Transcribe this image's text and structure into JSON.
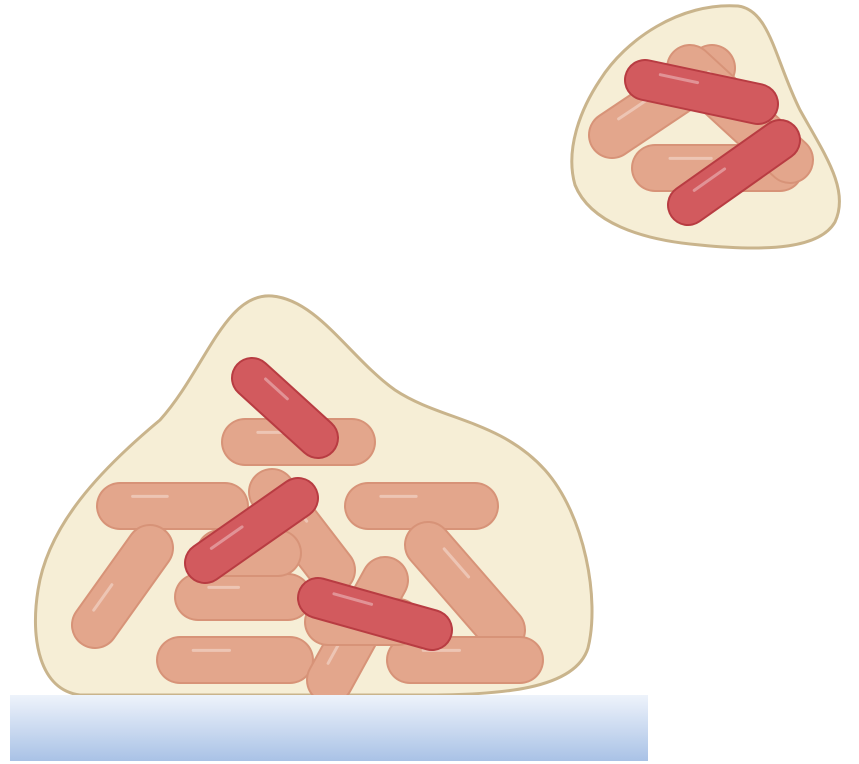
{
  "diagram": {
    "kind": "bacterial-biofilm-illustration",
    "colors": {
      "background": "#ffffff",
      "matrix_fill": "#f6eed6",
      "matrix_stroke": "#c9b48c",
      "cell_light_fill": "#e3a68c",
      "cell_light_stroke": "#d79378",
      "cell_dark_fill": "#d25a5e",
      "cell_dark_stroke": "#b83c42",
      "surface_top": "#eef3fb",
      "surface_bottom": "#a9c2e6"
    },
    "clusters": [
      {
        "name": "attached-biofilm",
        "cells_light": 12,
        "cells_dark": 3
      },
      {
        "name": "detached-biofilm-fragment",
        "cells_light": 3,
        "cells_dark": 2
      }
    ],
    "surface": {
      "name": "substrate-surface"
    }
  }
}
